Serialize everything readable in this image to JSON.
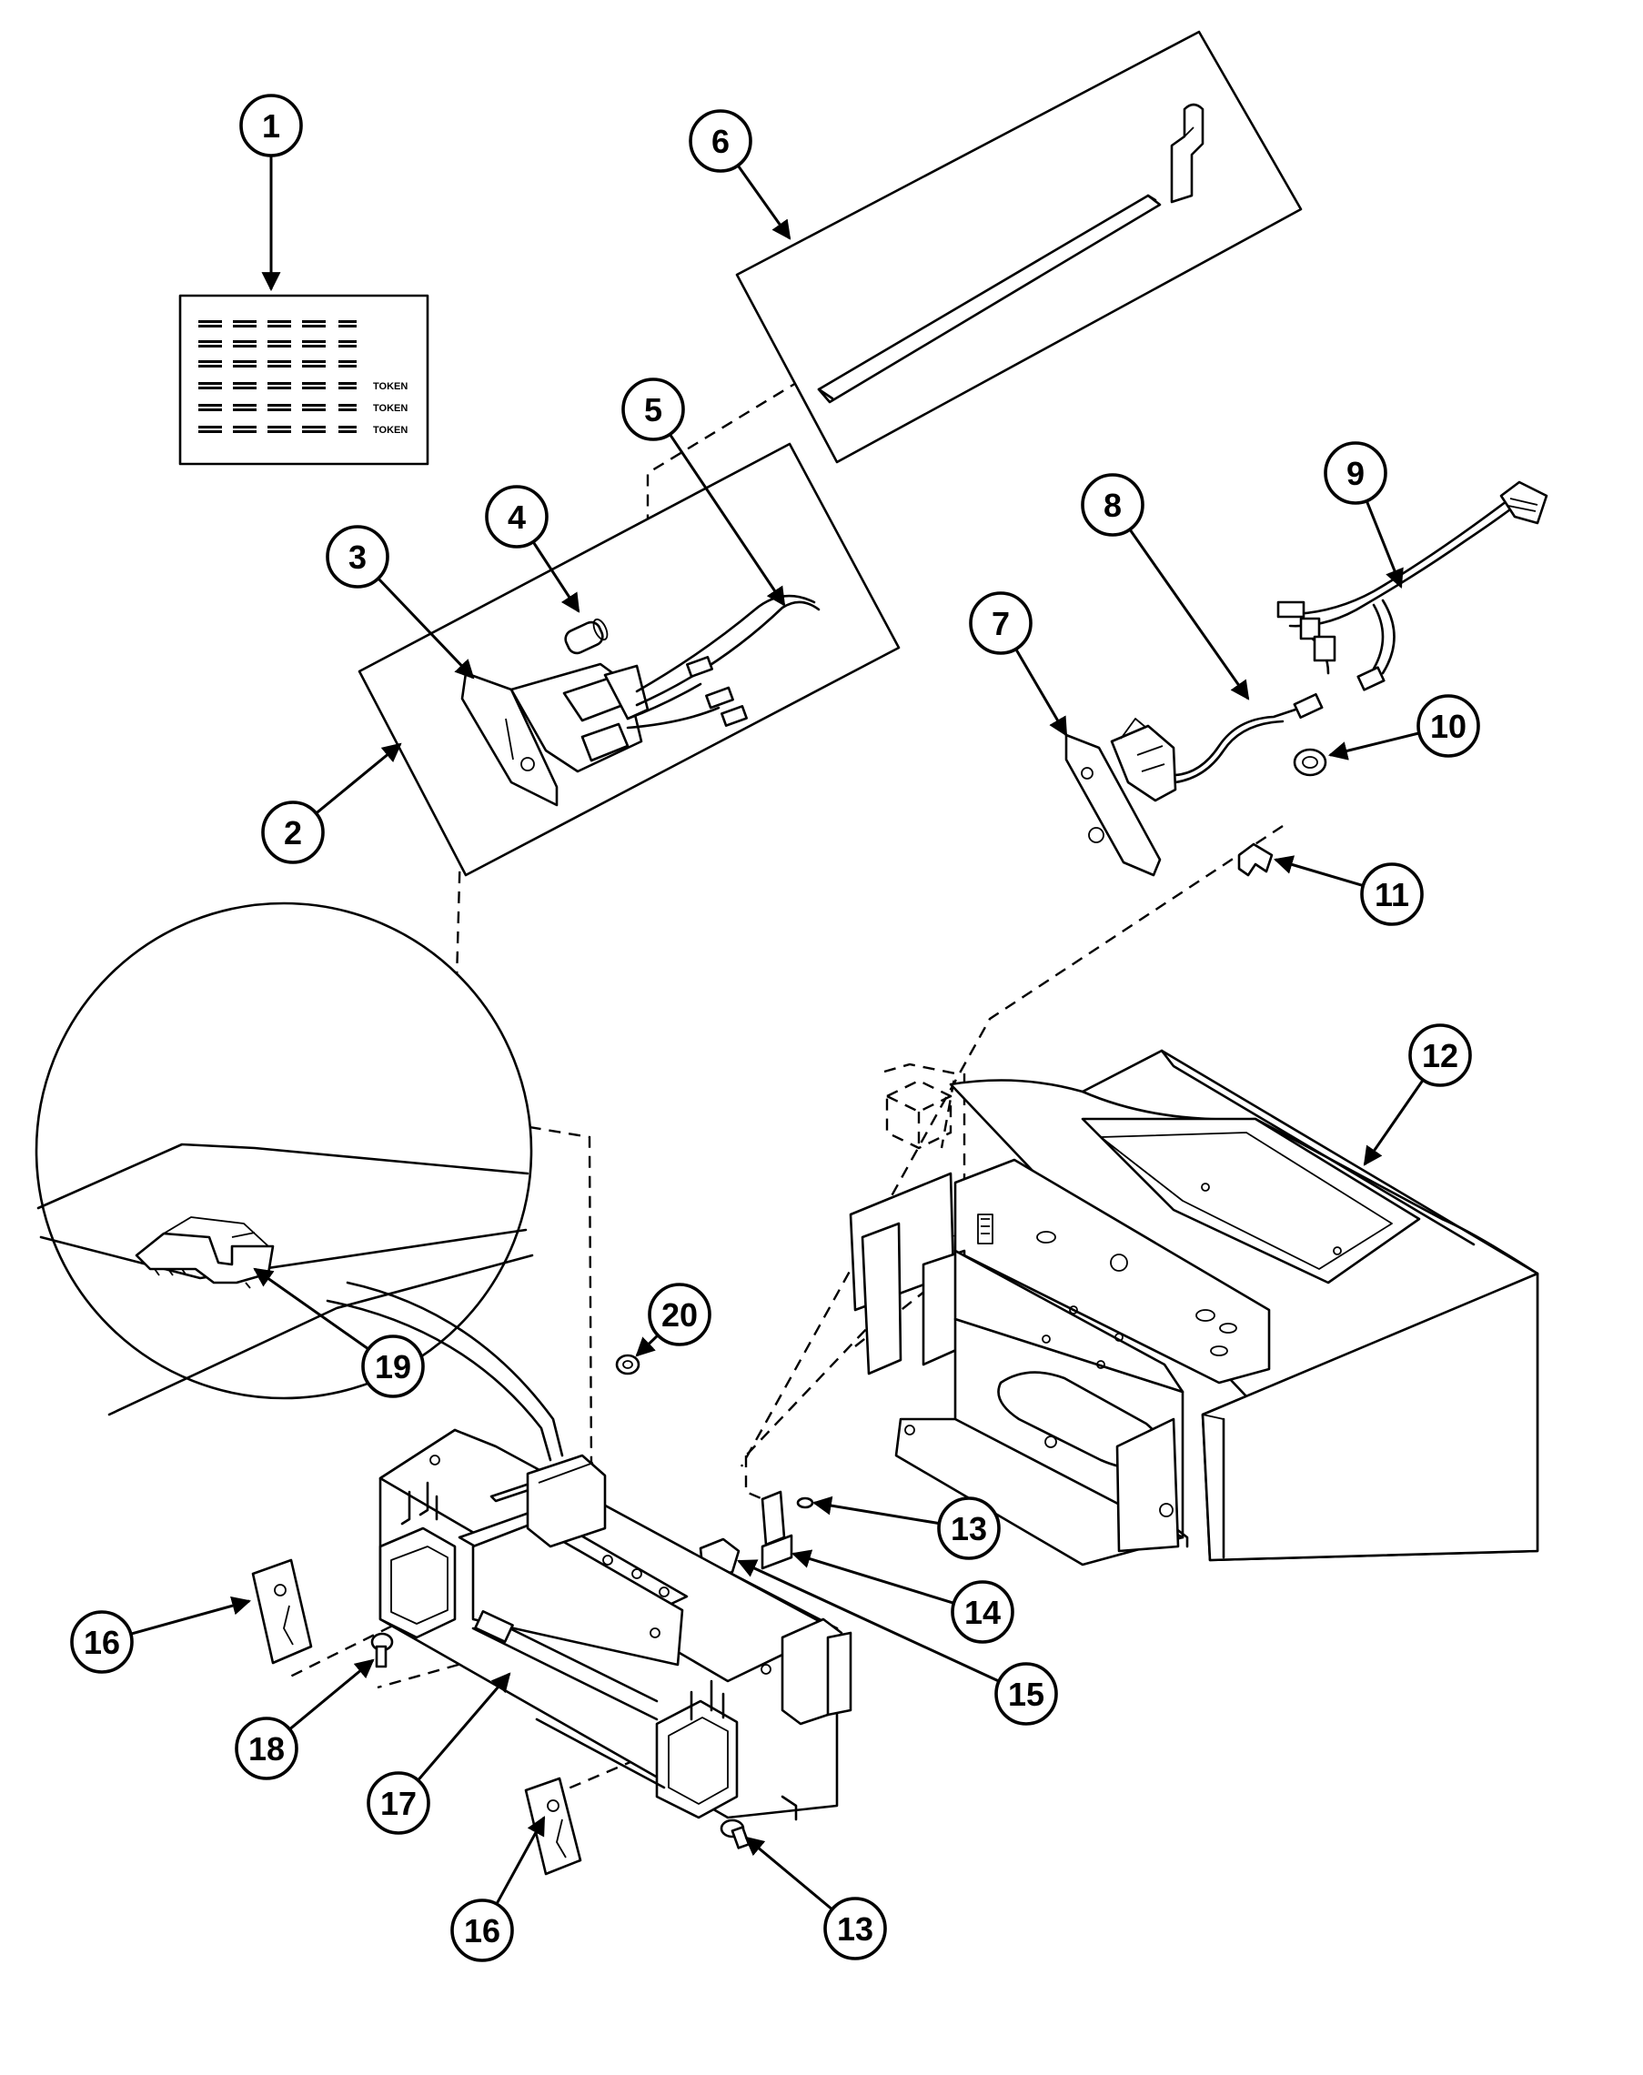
{
  "diagram": {
    "callouts": [
      {
        "id": "1",
        "label": "1"
      },
      {
        "id": "2",
        "label": "2"
      },
      {
        "id": "3",
        "label": "3"
      },
      {
        "id": "4",
        "label": "4"
      },
      {
        "id": "5",
        "label": "5"
      },
      {
        "id": "6",
        "label": "6"
      },
      {
        "id": "7",
        "label": "7"
      },
      {
        "id": "8",
        "label": "8"
      },
      {
        "id": "9",
        "label": "9"
      },
      {
        "id": "10",
        "label": "10"
      },
      {
        "id": "11",
        "label": "11"
      },
      {
        "id": "12",
        "label": "12"
      },
      {
        "id": "13a",
        "label": "13"
      },
      {
        "id": "13b",
        "label": "13"
      },
      {
        "id": "14",
        "label": "14"
      },
      {
        "id": "15",
        "label": "15"
      },
      {
        "id": "16a",
        "label": "16"
      },
      {
        "id": "16b",
        "label": "16"
      },
      {
        "id": "17",
        "label": "17"
      },
      {
        "id": "18",
        "label": "18"
      },
      {
        "id": "19",
        "label": "19"
      },
      {
        "id": "20",
        "label": "20"
      }
    ],
    "label_sheet": {
      "token_rows": [
        "TOKEN",
        "TOKEN",
        "TOKEN"
      ]
    }
  }
}
